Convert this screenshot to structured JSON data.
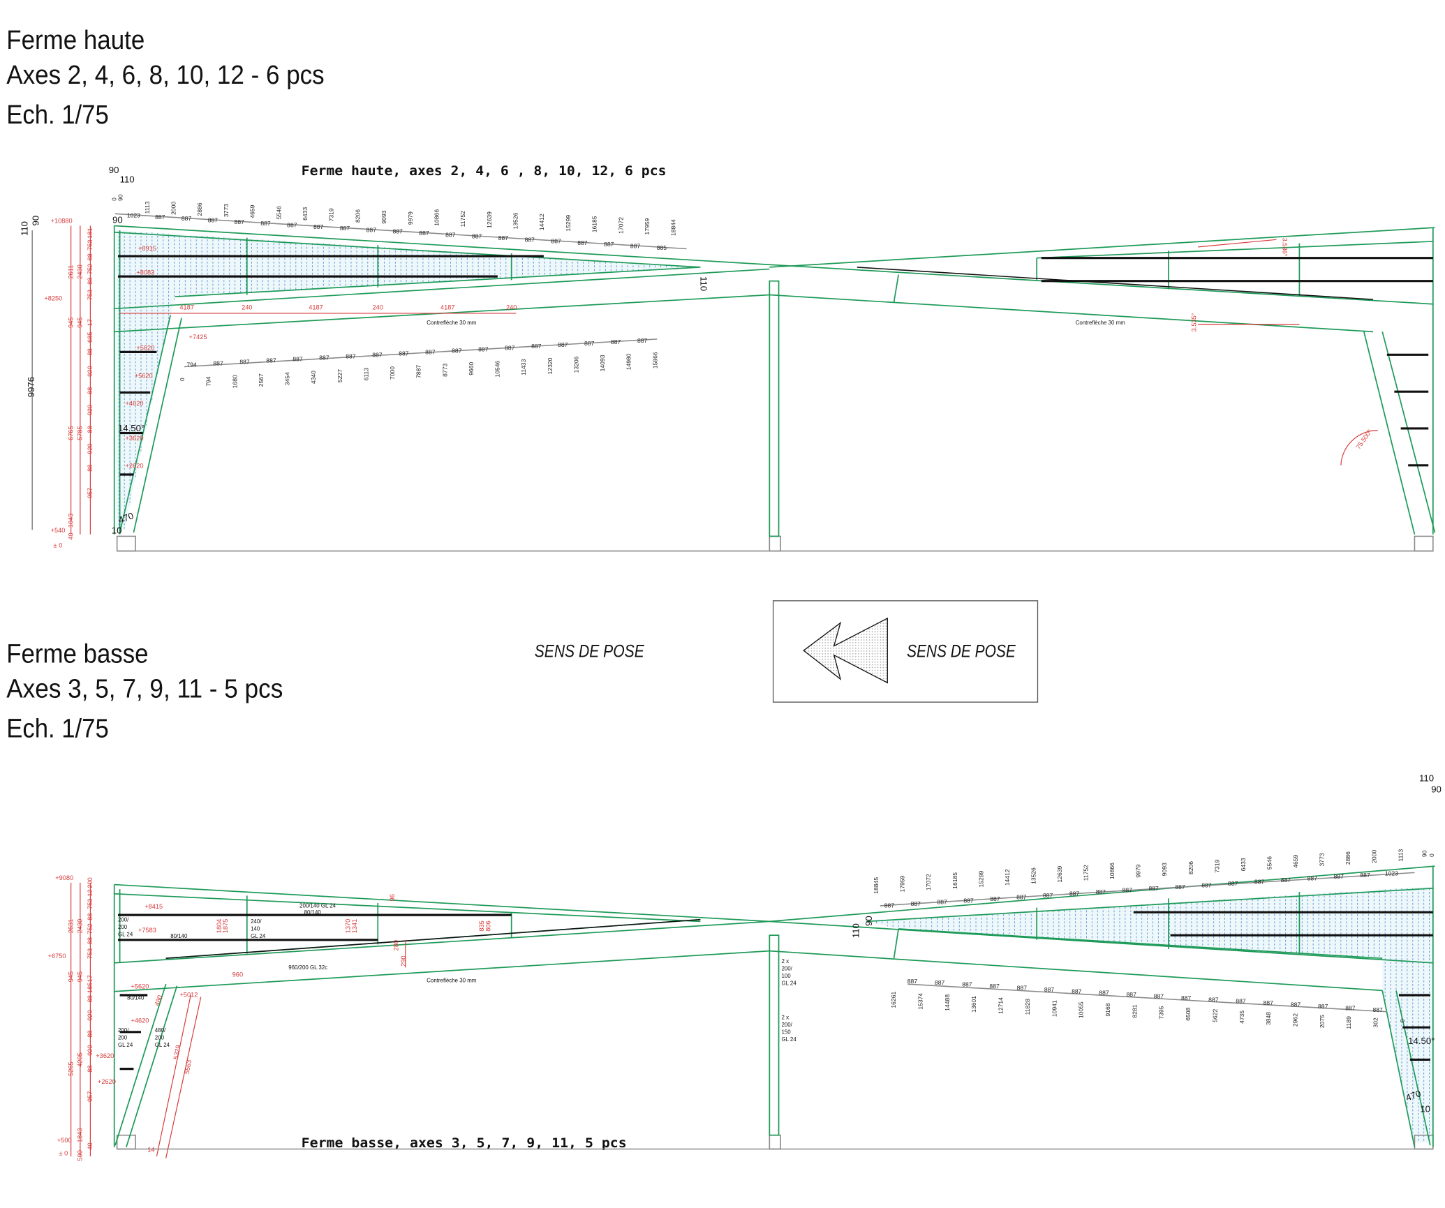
{
  "headings": {
    "top": {
      "line1": "Ferme haute",
      "line2": "Axes 2, 4, 6, 8, 10, 12 - 6 pcs",
      "line3": "Ech. 1/75"
    },
    "bottom": {
      "line1": "Ferme basse",
      "line2": "Axes 3, 5, 7, 9, 11 - 5 pcs",
      "line3": "Ech. 1/75"
    }
  },
  "direction": {
    "label_free": "SENS DE POSE",
    "label_box": "SENS DE POSE",
    "icon": "arrow-left-icon"
  },
  "colors": {
    "timber": "#1e9a58",
    "dimension": "#d83a3a",
    "ground": "#8a8a8a",
    "steel": "#111111",
    "hatch": "#3a7fd0"
  },
  "top_frame": {
    "title": "Ferme haute, axes 2, 4, 6 , 8, 10, 12, 6 pcs",
    "top_cumulative": [
      "0",
      "90",
      "1113",
      "2000",
      "2886",
      "3773",
      "4659",
      "5546",
      "6433",
      "7319",
      "8206",
      "9093",
      "9979",
      "10866",
      "11752",
      "12639",
      "13526",
      "14412",
      "15299",
      "16185",
      "17072",
      "17959",
      "18844"
    ],
    "top_segments": [
      "1023",
      "887",
      "887",
      "887",
      "887",
      "887",
      "887",
      "887",
      "887",
      "887",
      "887",
      "887",
      "887",
      "887",
      "887",
      "887",
      "887",
      "887",
      "887",
      "887",
      "885"
    ],
    "bottom_cumulative": [
      "0",
      "794",
      "1680",
      "2567",
      "3454",
      "4340",
      "5227",
      "6113",
      "7000",
      "7887",
      "8773",
      "9660",
      "10546",
      "11433",
      "12320",
      "13206",
      "14093",
      "14980",
      "15866"
    ],
    "bottom_segments": [
      "794",
      "887",
      "887",
      "887",
      "887",
      "887",
      "887",
      "887",
      "887",
      "887",
      "887",
      "887",
      "887",
      "887",
      "887",
      "887",
      "887",
      "887"
    ],
    "dims_black": [
      "90",
      "110",
      "110",
      "90",
      "90",
      "110",
      "9976",
      "470",
      "10",
      "14.50°"
    ],
    "dims_red_vertical": [
      "2611",
      "2430",
      "945",
      "945",
      "6765",
      "5785",
      "181",
      "753",
      "88",
      "752",
      "88",
      "753",
      "17",
      "685",
      "88",
      "920",
      "88",
      "920",
      "88",
      "920",
      "88",
      "957",
      "1043",
      "40"
    ],
    "elevations": [
      "+10880",
      "+8915",
      "+8083",
      "+8250",
      "+7425",
      "+5620",
      "+5620",
      "+4620",
      "+3620",
      "+2620",
      "+540",
      "± 0"
    ],
    "horizontal_dims": [
      "4187",
      "240",
      "4187",
      "240",
      "4187",
      "240"
    ],
    "camber": "Contreflèche 30 mm",
    "camber_right": "Contreflèche 30 mm",
    "angles": [
      "3.536°",
      "3.535°",
      "75.500°"
    ]
  },
  "bottom_frame": {
    "title": "Ferme basse, axes 3, 5, 7, 9, 11, 5 pcs",
    "top_cumulative": [
      "18845",
      "17959",
      "17072",
      "16185",
      "15299",
      "14412",
      "13526",
      "12639",
      "11752",
      "10866",
      "9979",
      "9093",
      "8206",
      "7319",
      "6433",
      "5546",
      "4659",
      "3773",
      "2886",
      "2000",
      "1113",
      "90",
      "0"
    ],
    "top_segments": [
      "887",
      "887",
      "887",
      "887",
      "887",
      "887",
      "887",
      "887",
      "887",
      "887",
      "887",
      "887",
      "887",
      "887",
      "887",
      "887",
      "887",
      "887",
      "887",
      "1023"
    ],
    "bottom_cumulative": [
      "16261",
      "15374",
      "14488",
      "13601",
      "12714",
      "11828",
      "10941",
      "10055",
      "9168",
      "8281",
      "7395",
      "6508",
      "5622",
      "4735",
      "3848",
      "2962",
      "2075",
      "1189",
      "302",
      "0"
    ],
    "bottom_segments": [
      "887",
      "887",
      "887",
      "887",
      "887",
      "887",
      "887",
      "887",
      "887",
      "887",
      "887",
      "887",
      "887",
      "887",
      "887",
      "887",
      "887",
      "887"
    ],
    "dims_black": [
      "110",
      "90",
      "90",
      "110",
      "14.50°",
      "470",
      "10"
    ],
    "dims_red_vertical": [
      "2631",
      "2430",
      "945",
      "945",
      "5265",
      "4205",
      "200",
      "12",
      "753",
      "88",
      "752",
      "88",
      "753",
      "17",
      "185",
      "88",
      "920",
      "88",
      "920",
      "88",
      "957",
      "1843",
      "40",
      "500"
    ],
    "elevations": [
      "+9080",
      "+8415",
      "+7583",
      "+6750",
      "+5620",
      "+5012",
      "+4620",
      "+3620",
      "+2620",
      "+500",
      "± 0"
    ],
    "member_dims": [
      "1804",
      "1875",
      "1370",
      "1341",
      "835",
      "806",
      "5329",
      "5563",
      "480",
      "96",
      "280",
      "290",
      "960",
      "14"
    ],
    "camber": "Contreflèche 30 mm",
    "sections": {
      "top_chord": "200/140 GL 24",
      "purlin_a": "80/140",
      "purlin_b": "80/140",
      "purlin_c": "80/140",
      "post_a": [
        "200/",
        "200",
        "GL 24"
      ],
      "post_b": [
        "240/",
        "140",
        "GL 24"
      ],
      "beam": "960/200 GL 32c",
      "leg_a": [
        "200/",
        "200",
        "GL 24"
      ],
      "leg_b": [
        "480/",
        "200",
        "GL 24"
      ],
      "center_col_a": [
        "2 x",
        "200/",
        "100",
        "GL 24"
      ],
      "center_col_b": [
        "2 x",
        "200/",
        "150",
        "GL 24"
      ]
    }
  }
}
